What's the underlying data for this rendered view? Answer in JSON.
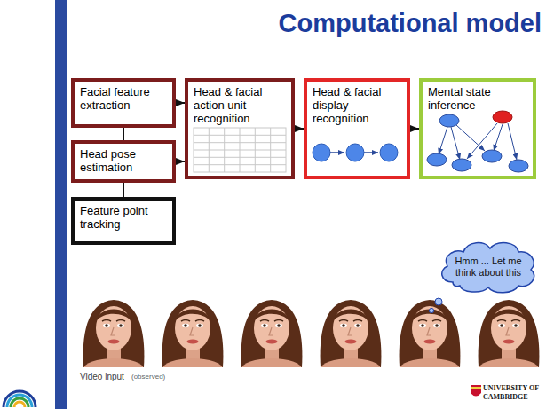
{
  "diagram": {
    "title": "Computational model",
    "nodes": [
      {
        "text": [
          "Facial feature extraction"
        ]
      },
      {
        "text": [
          "Head pose estimation"
        ]
      },
      {
        "text": [
          "Feature point tracking"
        ]
      },
      {
        "text": [
          "Head & facial action unit recognition"
        ]
      },
      {
        "text": [
          "Head & facial display recognition"
        ]
      },
      {
        "text": [
          "Mental state inference"
        ]
      },
      {
        "text": [
          "Hmm ... Let me think about this"
        ]
      }
    ],
    "edges": [
      {
        "from": 0,
        "to": 1,
        "arrow": "none"
      },
      {
        "from": 1,
        "to": 2,
        "arrow": "none"
      },
      {
        "from": 0,
        "to": 3,
        "arrow": "to"
      },
      {
        "from": 1,
        "to": 3,
        "arrow": "to"
      },
      {
        "from": 3,
        "to": 4,
        "arrow": "to"
      },
      {
        "from": 4,
        "to": 5,
        "arrow": "to"
      }
    ],
    "labels": [
      "Video input",
      "(observed)",
      "UNIVERSITY OF CAMBRIDGE"
    ]
  }
}
